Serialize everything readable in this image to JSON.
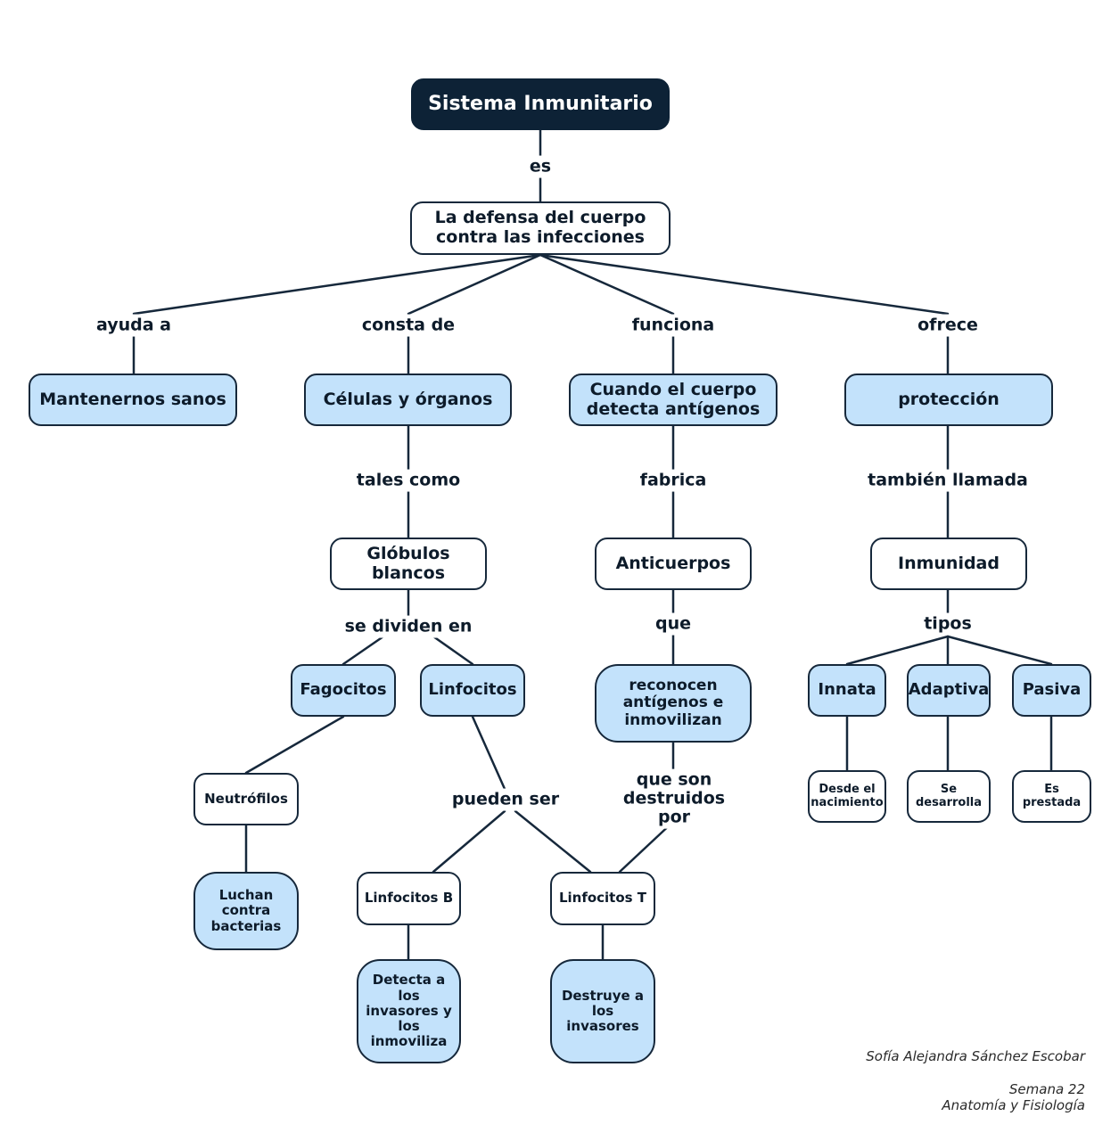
{
  "nodes": {
    "root": "Sistema Inmunitario",
    "defensa": "La defensa del cuerpo contra las infecciones",
    "sanos": "Mantenernos sanos",
    "celulas": "Células y órganos",
    "cuando": "Cuando el cuerpo detecta antígenos",
    "proteccion": "protección",
    "globulos": "Glóbulos blancos",
    "anticuerpos": "Anticuerpos",
    "inmunidad": "Inmunidad",
    "fagocitos": "Fagocitos",
    "linfocitos": "Linfocitos",
    "reconocen": "reconocen antígenos e inmovilizan",
    "innata": "Innata",
    "adaptiva": "Adaptiva",
    "pasiva": "Pasiva",
    "neutrofilos": "Neutrófilos",
    "desde": "Desde el nacimiento",
    "desarrolla": "Se desarrolla",
    "prestada": "Es prestada",
    "luchan": "Luchan contra bacterias",
    "linfb": "Linfocitos B",
    "linft": "Linfocitos T",
    "detecta": "Detecta a los invasores y los inmoviliza",
    "destruye": "Destruye a los invasores"
  },
  "links": {
    "es": "es",
    "ayuda": "ayuda a",
    "consta": "consta de",
    "funciona": "funciona",
    "ofrece": "ofrece",
    "tales": "tales como",
    "fabrica": "fabrica",
    "tambien": "también llamada",
    "dividen": "se dividen en",
    "que": "que",
    "tipos": "tipos",
    "pueden": "pueden ser",
    "queson": "que son destruidos por"
  },
  "footer": {
    "author": "Sofía Alejandra Sánchez Escobar",
    "week": "Semana 22",
    "course": "Anatomía y Fisiología"
  },
  "colors": {
    "dark_node": "#0d2236",
    "blue_node": "#c3e2fb",
    "line": "#16283b"
  }
}
